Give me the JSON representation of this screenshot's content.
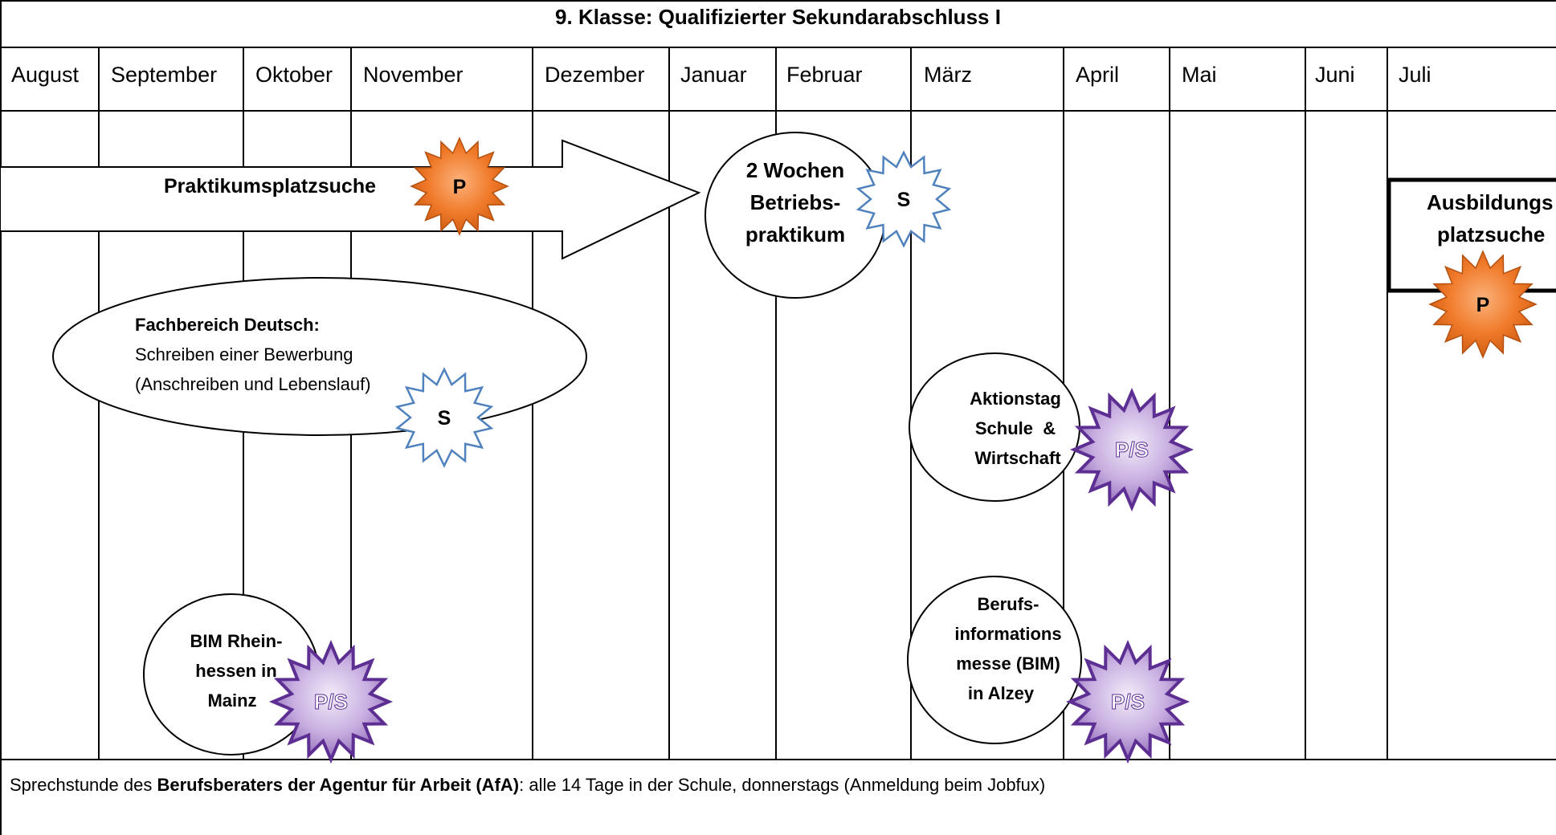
{
  "title": "9. Klasse: Qualifizierter Sekundarabschluss I",
  "months": [
    "August",
    "September",
    "Oktober",
    "November",
    "Dezember",
    "Januar",
    "Februar",
    "März",
    "April",
    "Mai",
    "Juni",
    "Juli"
  ],
  "events": {
    "praktikumsplatzsuche": {
      "label": "Praktikumsplatzsuche",
      "badge": "P"
    },
    "betriebspraktikum": {
      "line1": "2 Wochen",
      "line2": "Betriebs-",
      "line3": "praktikum",
      "badge": "S"
    },
    "ausbildungsplatzsuche": {
      "line1": "Ausbildungs",
      "line2": "platzsuche",
      "badge": "P"
    },
    "fachbereich_deutsch": {
      "heading": "Fachbereich Deutsch:",
      "line1": "Schreiben einer Bewerbung",
      "line2": "(Anschreiben und Lebenslauf)",
      "badge": "S"
    },
    "aktionstag": {
      "line1": "Aktionstag",
      "line2": "Schule  &",
      "line3": "Wirtschaft",
      "badge": "P/S"
    },
    "bim_rheinhessen": {
      "line1": "BIM Rhein-",
      "line2": "hessen in",
      "line3": "Mainz",
      "badge": "P/S"
    },
    "bim_alzey": {
      "line1": "Berufs-",
      "line2": "informations",
      "line3": "messe (BIM)",
      "line4": "in Alzey",
      "badge": "P/S"
    }
  },
  "footer": {
    "prefix": "Sprechstunde des ",
    "bold": "Berufsberaters der Agentur für Arbeit (AfA)",
    "suffix": ": alle 14 Tage in der Schule, donnerstags (Anmeldung beim Jobfux)"
  },
  "colors": {
    "p_badge": "#f07a2a",
    "ps_badge": "#a47cc6",
    "s_badge_outline": "#4f81bd"
  }
}
